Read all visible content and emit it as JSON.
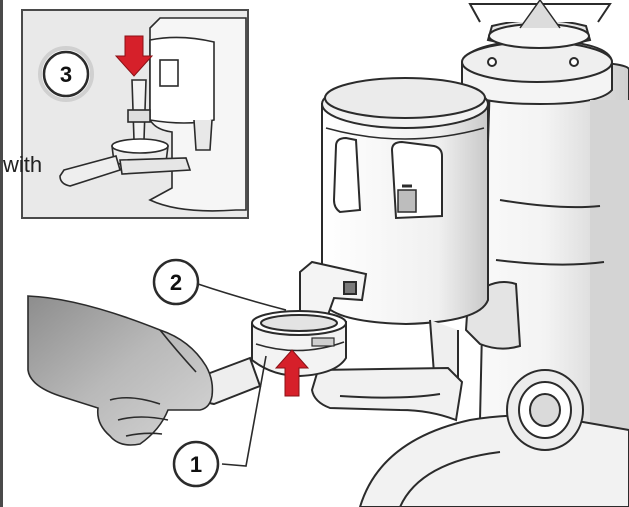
{
  "callouts": {
    "one": "1",
    "two": "2",
    "three": "3"
  },
  "fragment_text": "with",
  "colors": {
    "arrow_red": "#d6202a",
    "line_dark": "#2b2b2b",
    "inset_bg": "#e9e9e9",
    "shade_gray": "#d8d8d8",
    "hand_gray": "#a9a9a9"
  }
}
